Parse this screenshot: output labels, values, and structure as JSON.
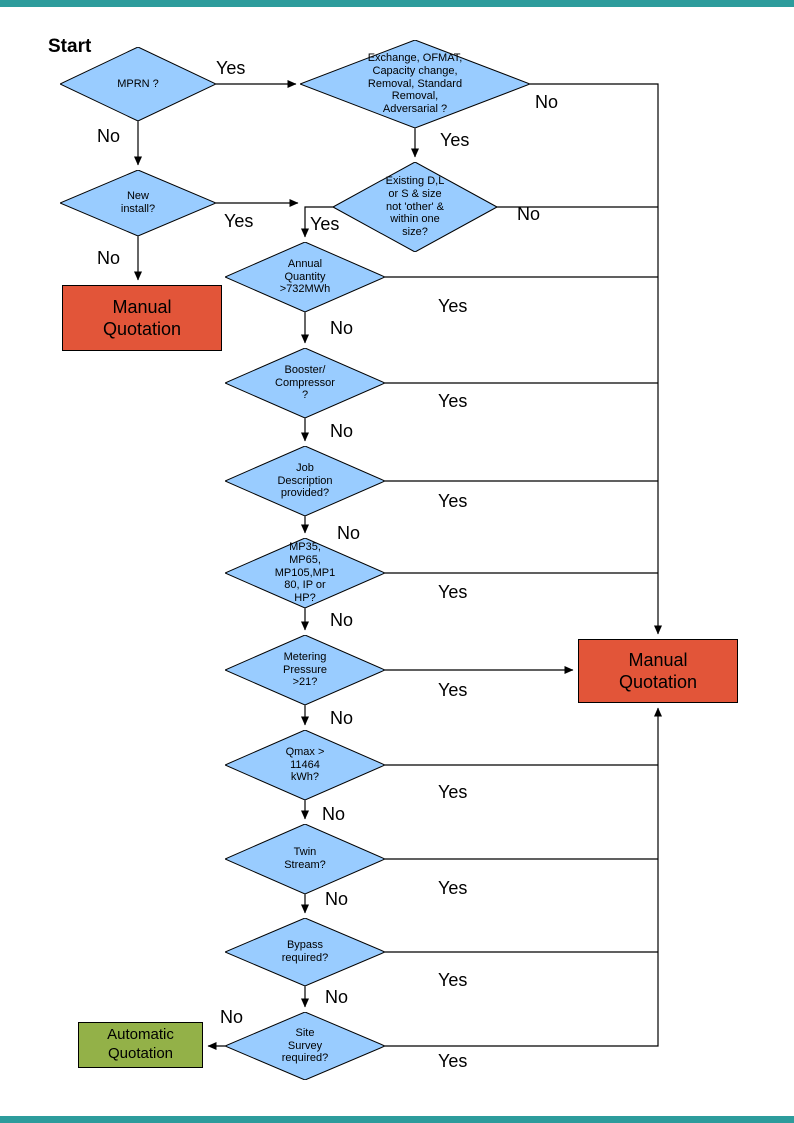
{
  "page": {
    "start_label": "Start"
  },
  "colors": {
    "decision_fill": "#99CCFF",
    "manual_quotation_fill": "#E25539",
    "automatic_quotation_fill": "#93B148",
    "connector_line": "#000000",
    "page_border": "#2D9C9C"
  },
  "nodes": {
    "mprn": {
      "type": "decision",
      "label": "MPRN ?"
    },
    "exchange": {
      "type": "decision",
      "label": "Exchange, OFMAT,\nCapacity change,\nRemoval, Standard\nRemoval,\nAdversarial ?"
    },
    "new_install": {
      "type": "decision",
      "label": "New\ninstall?"
    },
    "existing_size": {
      "type": "decision",
      "label": "Existing D,L\nor S & size\nnot 'other' &\nwithin one\nsize?"
    },
    "annual_quantity": {
      "type": "decision",
      "label": "Annual\nQuantity\n>732MWh"
    },
    "booster": {
      "type": "decision",
      "label": "Booster/\nCompressor\n?"
    },
    "job_description": {
      "type": "decision",
      "label": "Job\nDescription\nprovided?"
    },
    "meter_type": {
      "type": "decision",
      "label": "MP35,\nMP65,\nMP105,MP1\n80, IP or\nHP?"
    },
    "metering_pressure": {
      "type": "decision",
      "label": "Metering\nPressure\n>21?"
    },
    "qmax": {
      "type": "decision",
      "label": "Qmax >\n11464\nkWh?"
    },
    "twin_stream": {
      "type": "decision",
      "label": "Twin\nStream?"
    },
    "bypass": {
      "type": "decision",
      "label": "Bypass\nrequired?"
    },
    "site_survey": {
      "type": "decision",
      "label": "Site\nSurvey\nrequired?"
    },
    "manual_quotation_left": {
      "type": "process",
      "label": "Manual\nQuotation"
    },
    "manual_quotation_right": {
      "type": "process",
      "label": "Manual\nQuotation"
    },
    "automatic_quotation": {
      "type": "process",
      "label": "Automatic\nQuotation"
    }
  },
  "labels": {
    "mprn_yes": "Yes",
    "mprn_no": "No",
    "exchange_yes": "Yes",
    "exchange_no": "No",
    "new_install_yes": "Yes",
    "new_install_no": "No",
    "existing_yes": "Yes",
    "existing_no": "No",
    "annual_yes": "Yes",
    "annual_no": "No",
    "booster_yes": "Yes",
    "booster_no": "No",
    "job_yes": "Yes",
    "job_no": "No",
    "meter_type_yes": "Yes",
    "meter_type_no": "No",
    "metering_yes": "Yes",
    "metering_no": "No",
    "qmax_yes": "Yes",
    "qmax_no": "No",
    "twin_yes": "Yes",
    "twin_no": "No",
    "bypass_yes": "Yes",
    "bypass_no": "No",
    "site_yes": "Yes",
    "site_no": "No"
  }
}
